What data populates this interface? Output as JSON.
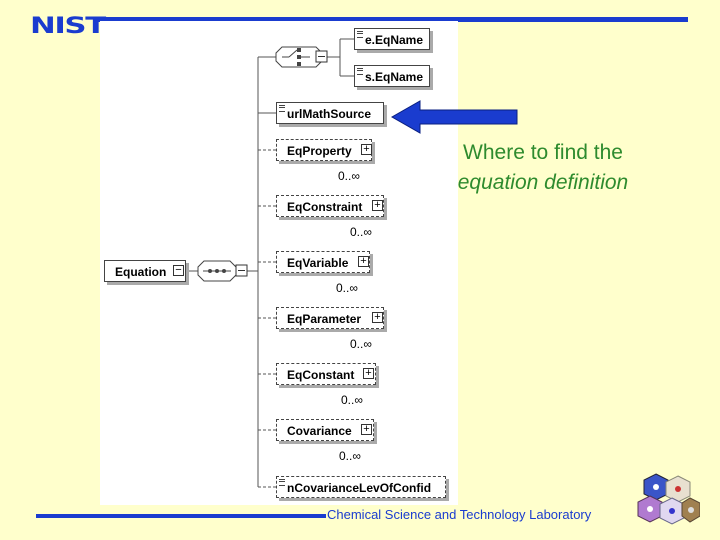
{
  "logo": {
    "text": "NIST"
  },
  "root": {
    "label": "Equation"
  },
  "elements": [
    {
      "label": "e.EqName"
    },
    {
      "label": "s.EqName"
    },
    {
      "label": "urlMathSource"
    },
    {
      "label": "EqProperty",
      "cardinality": "0..∞"
    },
    {
      "label": "EqConstraint",
      "cardinality": "0..∞"
    },
    {
      "label": "EqVariable",
      "cardinality": "0..∞"
    },
    {
      "label": "EqParameter",
      "cardinality": "0..∞"
    },
    {
      "label": "EqConstant",
      "cardinality": "0..∞"
    },
    {
      "label": "Covariance",
      "cardinality": "0..∞"
    },
    {
      "label": "nCovarianceLevOfConfid"
    }
  ],
  "callout": {
    "line1": "Where to find the",
    "line2": "equation definition"
  },
  "footer": {
    "text": "Chemical Science and Technology Laboratory"
  },
  "colors": {
    "background": "#ffffcc",
    "accent": "#1a3ccf",
    "callout_text": "#2e8b2e",
    "arrow": "#1a3ccf"
  }
}
